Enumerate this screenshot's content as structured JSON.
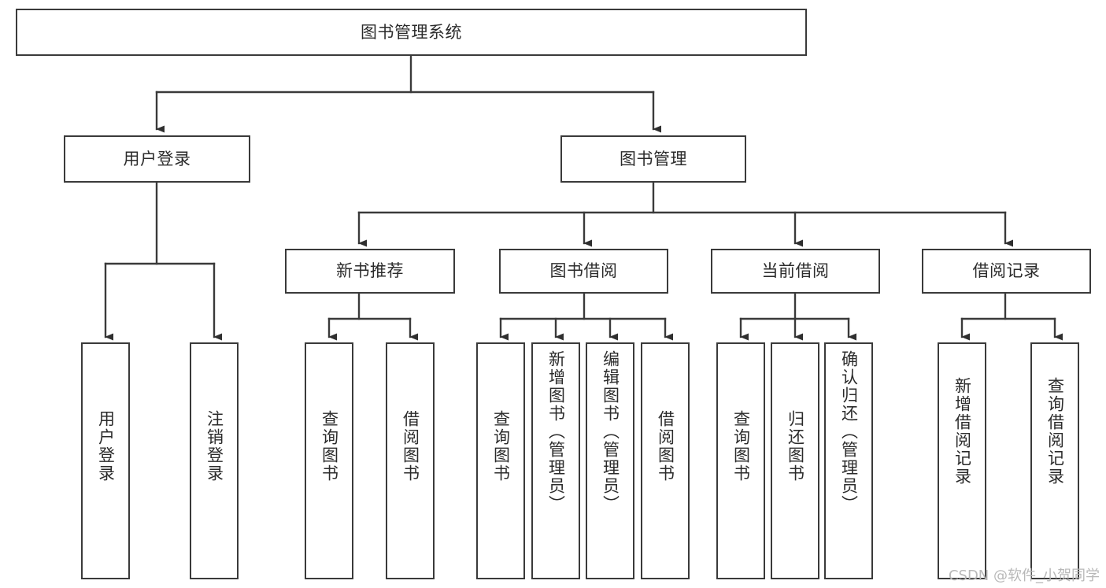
{
  "diagram": {
    "title": "图书管理系统",
    "type": "tree-hierarchy-functional-structure",
    "watermark": "CSDN @软件_小贺同学",
    "colors": {
      "box_border": "#3a3a3a",
      "box_fill": "#ffffff",
      "edge": "#3a3a3a",
      "text": "#2b2b2b",
      "watermark": "#b8b8b8",
      "background": "#ffffff"
    },
    "nodes": {
      "root": {
        "label": "图书管理系统"
      },
      "level1": [
        {
          "id": "user-login",
          "label": "用户登录"
        },
        {
          "id": "book-management",
          "label": "图书管理"
        }
      ],
      "level2": [
        {
          "id": "new-book-recommend",
          "label": "新书推荐",
          "parent": "book-management"
        },
        {
          "id": "book-borrow",
          "label": "图书借阅",
          "parent": "book-management"
        },
        {
          "id": "current-borrow",
          "label": "当前借阅",
          "parent": "book-management"
        },
        {
          "id": "borrow-record",
          "label": "借阅记录",
          "parent": "book-management"
        }
      ],
      "leaves": [
        {
          "id": "leaf-user-login",
          "label": "用户登录",
          "parent": "user-login"
        },
        {
          "id": "leaf-logout-login",
          "label": "注销登录",
          "parent": "user-login"
        },
        {
          "id": "leaf-query-book-1",
          "label": "查询图书",
          "parent": "new-book-recommend"
        },
        {
          "id": "leaf-borrow-book-1",
          "label": "借阅图书",
          "parent": "new-book-recommend"
        },
        {
          "id": "leaf-query-book-2",
          "label": "查询图书",
          "parent": "book-borrow"
        },
        {
          "id": "leaf-add-book",
          "label": "新增图书（管理员）",
          "parent": "book-borrow"
        },
        {
          "id": "leaf-edit-book",
          "label": "编辑图书（管理员）",
          "parent": "book-borrow"
        },
        {
          "id": "leaf-borrow-book-2",
          "label": "借阅图书",
          "parent": "book-borrow"
        },
        {
          "id": "leaf-query-book-3",
          "label": "查询图书",
          "parent": "current-borrow"
        },
        {
          "id": "leaf-return-book",
          "label": "归还图书",
          "parent": "current-borrow"
        },
        {
          "id": "leaf-confirm-return",
          "label": "确认归还（管理员）",
          "parent": "current-borrow"
        },
        {
          "id": "leaf-add-record",
          "label": "新增借阅记录",
          "parent": "borrow-record"
        },
        {
          "id": "leaf-query-record",
          "label": "查询借阅记录",
          "parent": "borrow-record"
        }
      ]
    }
  }
}
